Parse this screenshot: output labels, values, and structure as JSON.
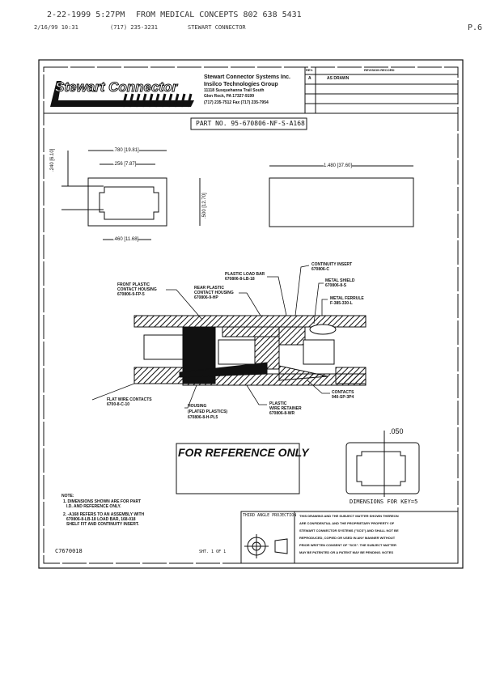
{
  "fax_header": {
    "line1_date": "2-22-1999 5:27PM",
    "line1_from": "FROM MEDICAL CONCEPTS 802 638 5431",
    "line2_date": "2/16/99 10:31",
    "line2_phone": "(717) 235-3231",
    "line2_sender": "STEWART CONNECTOR",
    "page": "P.6"
  },
  "title_block": {
    "logo": "Stewart Connector",
    "company": "Stewart Connector Systems Inc.",
    "group": "Insilco Technologies Group",
    "address1": "11118 Susquehanna Trail South",
    "address2": "Glen Rock, PA  17327-9199",
    "phone": "(717) 235-7512   Fax (717) 235-7954",
    "rev_label": "REV.",
    "rev_value": "A",
    "rev_desc_header": "REVISION RECORD",
    "rev_desc": "AS DRAWN"
  },
  "part_no": "PART NO. 95-670806-NF-S-A168",
  "dimensions": {
    "width_outer": ".780 [19.81]",
    "width_inner": ".256 [7.87]",
    "height_left": ".240 [6.10]",
    "height_right": ".500 [12.70]",
    "bottom": ".460 [11.68]",
    "length": "1.480 [37.60]",
    "key_gap": ".050"
  },
  "callouts": [
    {
      "name": "FRONT PLASTIC",
      "l2": "CONTACT HOUSING",
      "l3": "670806-9-FP-5"
    },
    {
      "name": "REAR PLASTIC",
      "l2": "CONTACT HOUSING",
      "l3": "670806-9-HP"
    },
    {
      "name": "PLASTIC LOAD BAR",
      "l2": "670806-8-LB-18"
    },
    {
      "name": "CONTINUITY INSERT",
      "l2": "670806-C"
    },
    {
      "name": "METAL SHIELD",
      "l2": "670806-8-S"
    },
    {
      "name": "METAL FERRULE",
      "l2": "F-385-330-L"
    },
    {
      "name": "CONTACTS",
      "l2": "940-SP-3P4"
    },
    {
      "name": "PLASTIC",
      "l2": "WIRE RETAINER",
      "l3": "670806-8-WR"
    },
    {
      "name": "HOUSING",
      "l2": "(PLATED PLASTICS)",
      "l3": "670806-8-H-PL5"
    },
    {
      "name": "FLAT WIRE CONTACTS",
      "l2": "6700-8-C-10"
    }
  ],
  "reference_stamp": "FOR REFERENCE ONLY",
  "key_caption": "DIMENSIONS FOR KEY=5",
  "notes": {
    "title": "NOTE:",
    "n1a": "1. DIMENSIONS SHOWN ARE FOR PART",
    "n1b": "I.D. AND REFERENCE ONLY.",
    "n2a": "2. -A168 REFERS TO AN ASSEMBLY WITH",
    "n2b": "670806-8-LB-18 LOAD BAR, 168-018",
    "n2c": "SHELF FIT AND CONTINUITY INSERT."
  },
  "drawing_no": "C7670018",
  "sheet": "SHT. 1 OF 1",
  "projection": "THIRD ANGLE PROJECTION",
  "legal": [
    "THIS DRAWING AND THE SUBJECT MATTER SHOWN THEREON",
    "ARE CONFIDENTIAL AND THE PROPRIETARY PROPERTY OF",
    "STEWART CONNECTOR SYSTEMS (\"SCS\") AND SHALL NOT BE",
    "REPRODUCED, COPIED OR USED IN ANY MANNER WITHOUT",
    "PRIOR WRITTEN CONSENT OF \"SCS\". THE SUBJECT MATTER",
    "MAY BE PATENTED OR A PATENT MAY BE PENDING. NOTES"
  ]
}
